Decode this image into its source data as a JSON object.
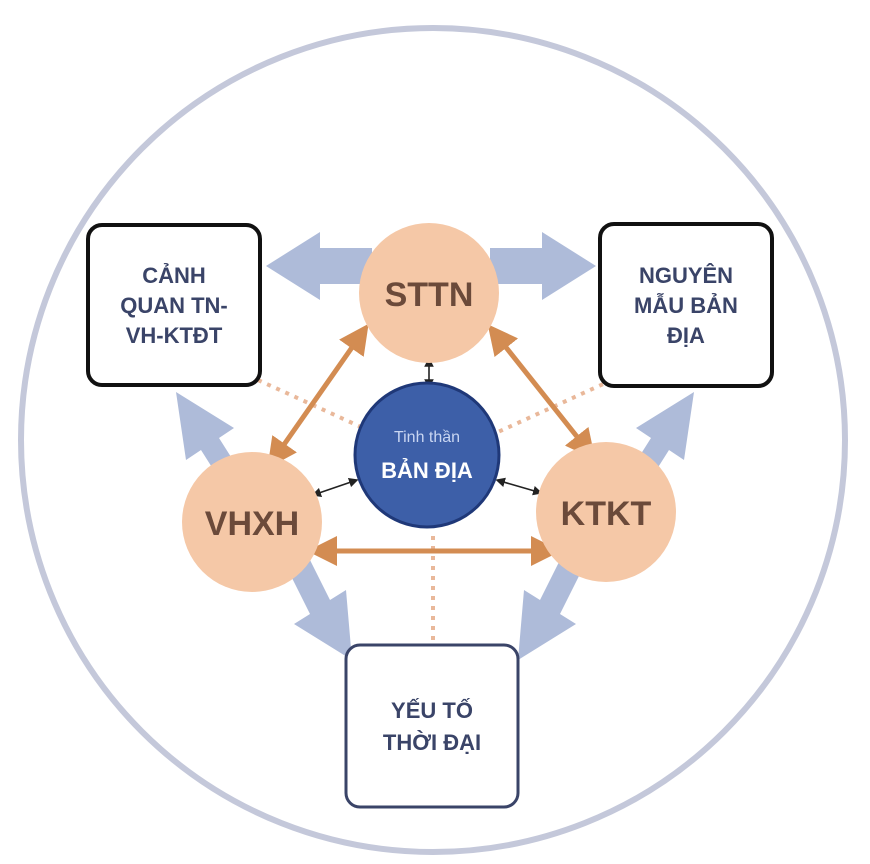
{
  "diagram": {
    "center": {
      "line1": "Tinh thần",
      "line2": "BẢN ĐỊA"
    },
    "nodes": {
      "sttn": "STTN",
      "vhxh": "VHXH",
      "ktkt": "KTKT"
    },
    "boxes": {
      "canh_quan": {
        "line1": "CẢNH",
        "line2": "QUAN TN-",
        "line3": "VH-KTĐT"
      },
      "nguyen_mau": {
        "line1": "NGUYÊN",
        "line2": "MẪU BẢN",
        "line3": "ĐỊA"
      },
      "yeu_to": {
        "line1": "YẾU TỐ",
        "line2": "THỜI ĐẠI"
      }
    },
    "colors": {
      "outer_ring": "#c4c8da",
      "node_fill": "#f5c8a7",
      "node_text": "#6b4a3a",
      "center_fill": "#3d5fa8",
      "center_stroke": "#1f3878",
      "box_text": "#3a4468",
      "big_arrow": "#aebbd9",
      "orange_arrow": "#d38c52",
      "dotted": "#e9b89a"
    }
  }
}
